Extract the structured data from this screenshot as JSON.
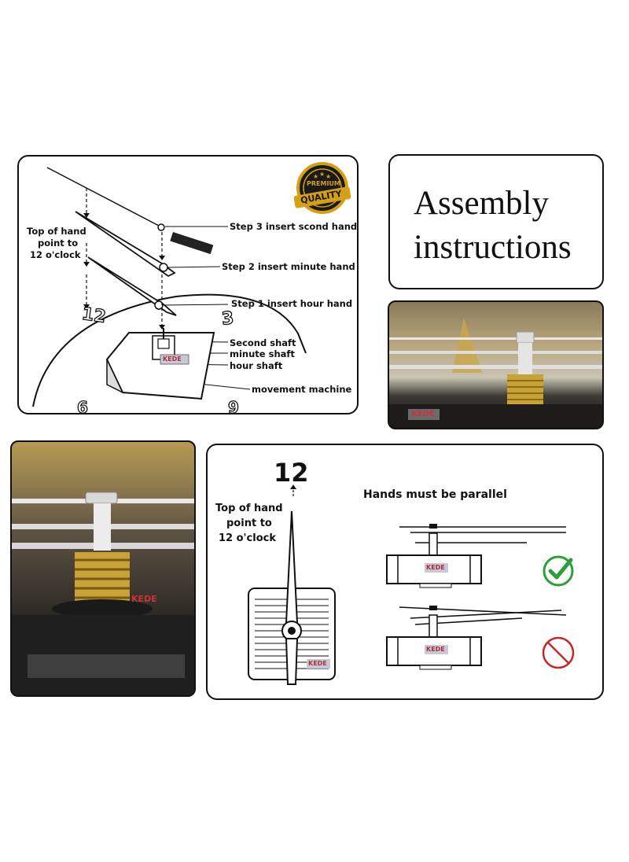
{
  "title": {
    "line1": "Assembly",
    "line2": "instructions"
  },
  "badge": {
    "top": "PREMIUM",
    "bottom": "QUALITY",
    "colors": {
      "gold": "#d4a017",
      "dark": "#1a1a1a"
    }
  },
  "diagram1": {
    "side_note": [
      "Top of hand",
      "point to",
      "12 o'clock"
    ],
    "steps": [
      "Step 3  insert scond hand",
      "Step 2  insert minute hand",
      "Step 1  insert hour hand"
    ],
    "parts": [
      "Second shaft",
      "minute shaft",
      "hour shaft",
      "movement machine"
    ],
    "dial_numbers": [
      "12",
      "3",
      "9",
      "6"
    ],
    "brand": "KEDE"
  },
  "diagram2": {
    "dial_number": "12",
    "side_note": [
      "Top of hand",
      "point to",
      "12 o'clock"
    ],
    "heading": "Hands must be parallel",
    "brand": "KEDE",
    "status_icons": [
      "check-icon",
      "prohibited-icon"
    ],
    "colors": {
      "ok": "#2e9e3a",
      "bad": "#c62828"
    }
  }
}
